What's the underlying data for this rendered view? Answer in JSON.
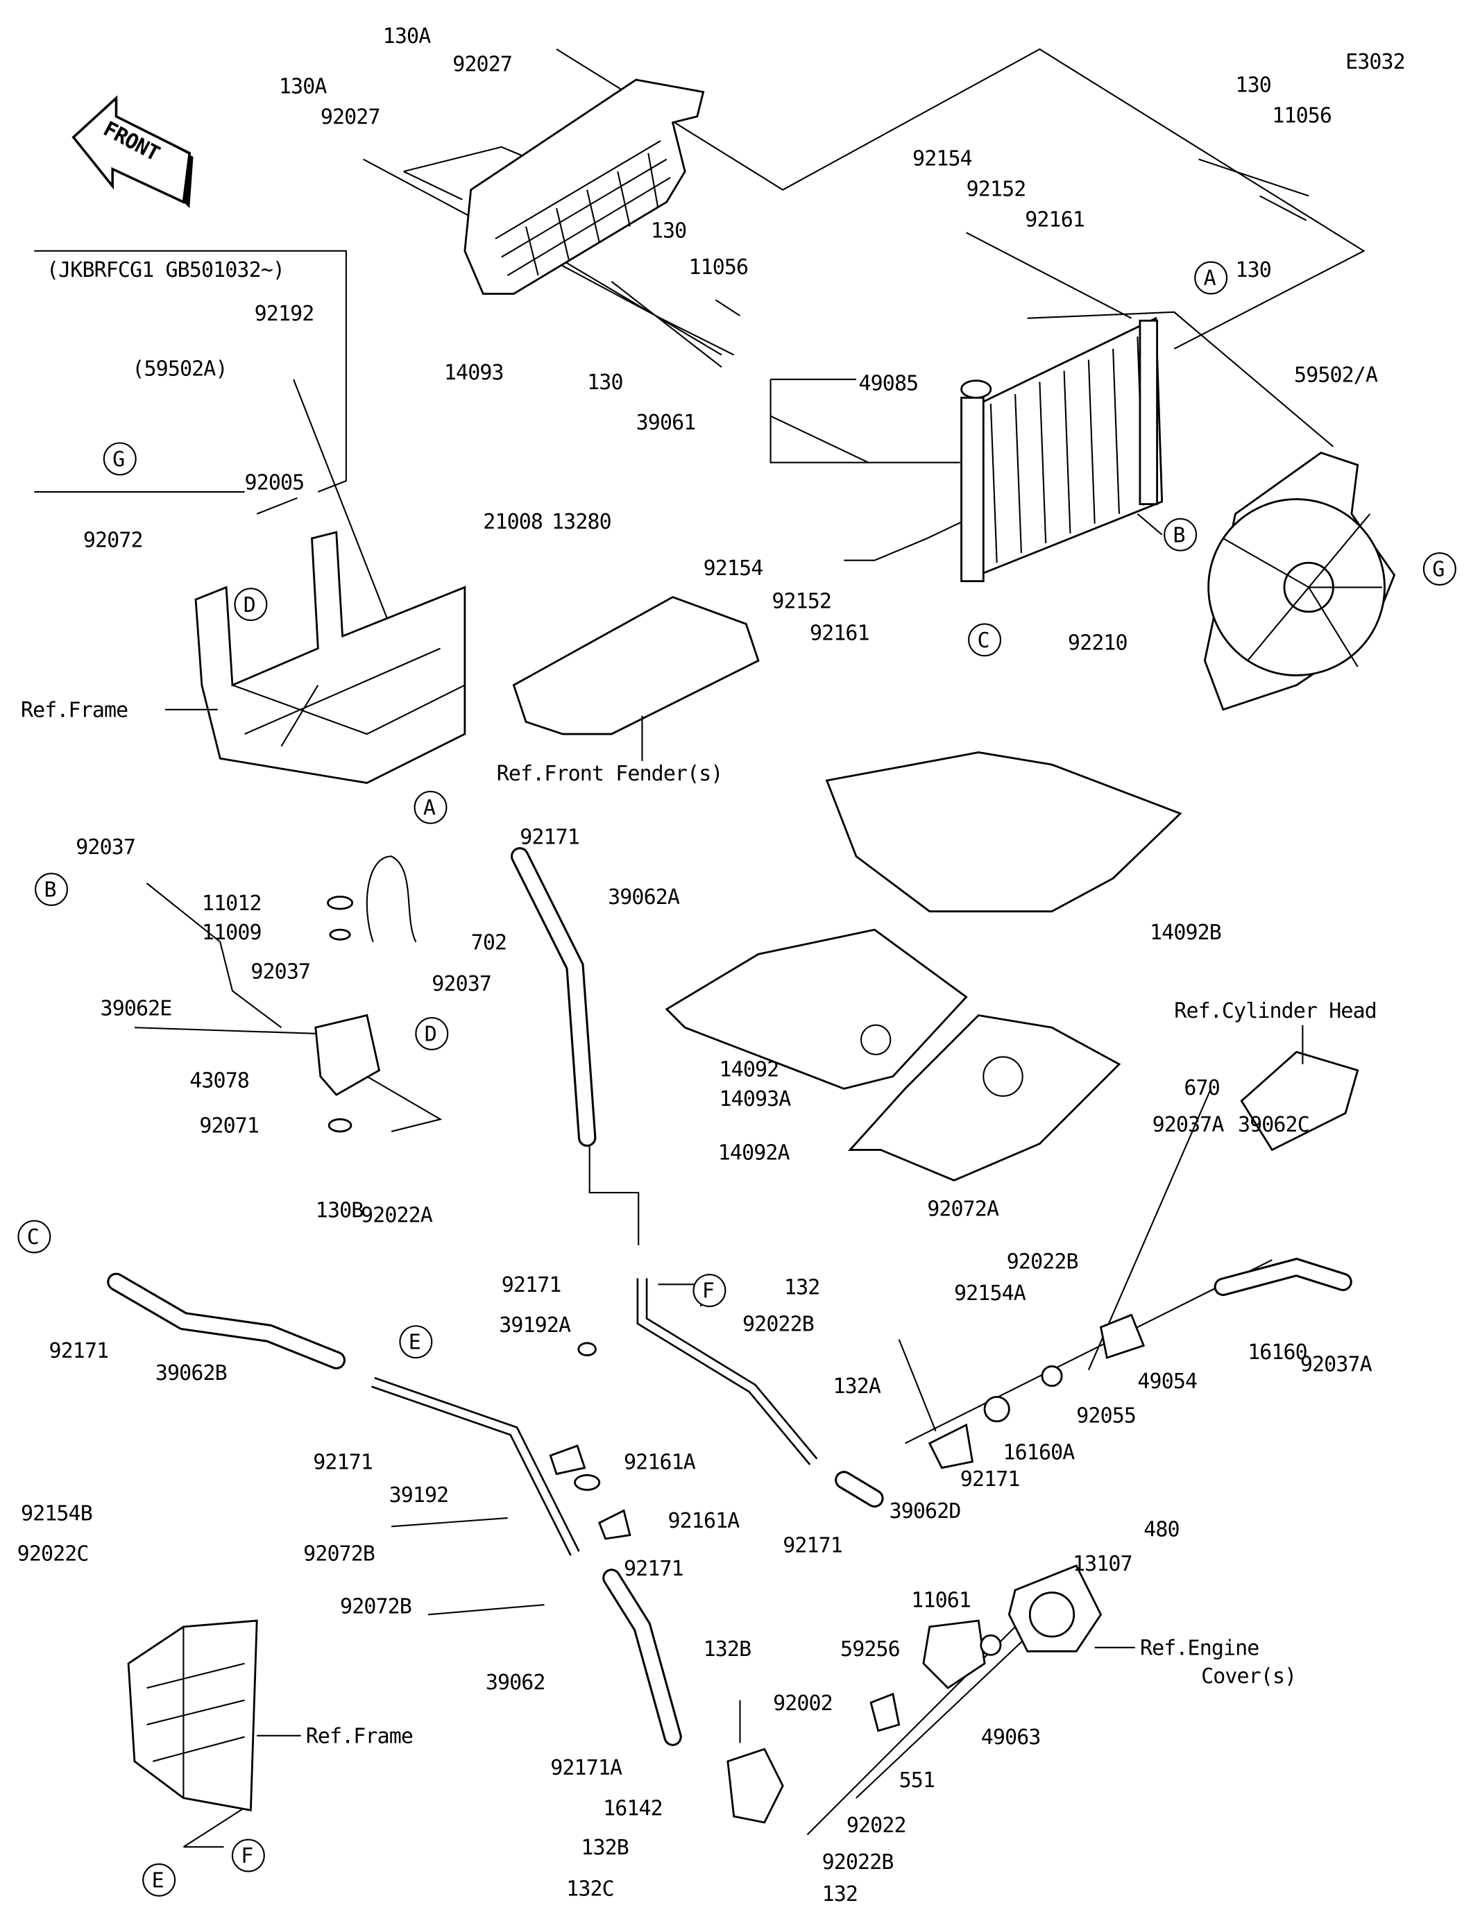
{
  "diagram_code": "E3032",
  "front_arrow": "FRONT",
  "variant_note": "(JKBRFCG1 GB501032~)",
  "part_labels": [
    "130A",
    "92027",
    "130A",
    "92027",
    "92192",
    "(59502A)",
    "92005",
    "92072",
    "14093",
    "130",
    "11056",
    "130",
    "49085",
    "39061",
    "92154",
    "92152",
    "92161",
    "130",
    "11056",
    "130",
    "59502/A",
    "21008",
    "13280",
    "92154",
    "92152",
    "92161",
    "92210",
    "92171",
    "39062A",
    "14092B",
    "92037",
    "39062E",
    "11012",
    "11009",
    "702",
    "92037",
    "92037",
    "43078",
    "92071",
    "130B",
    "92022A",
    "14092",
    "14093A",
    "14092A",
    "670",
    "39062C",
    "92037A",
    "92072A",
    "92171",
    "39062B",
    "92171",
    "39192A",
    "132",
    "92022B",
    "92022B",
    "92154A",
    "16160",
    "92037A",
    "49054",
    "92171",
    "39192",
    "92161A",
    "132A",
    "92055",
    "16160A",
    "92171",
    "39062D",
    "92171",
    "92161A",
    "92154B",
    "92022C",
    "92072B",
    "92171",
    "92072B",
    "480",
    "13107",
    "11061",
    "59256",
    "132B",
    "39062",
    "92002",
    "49063",
    "92171A",
    "551",
    "16142",
    "92022",
    "132B",
    "92022B",
    "132C",
    "132"
  ],
  "reference_labels": [
    "Ref.Frame",
    "Ref.Front Fender(s)",
    "Ref.Cylinder Head",
    "Ref.Engine",
    "Cover(s)",
    "Ref.Frame"
  ],
  "circle_markers": [
    "G",
    "D",
    "A",
    "B",
    "G",
    "C",
    "A",
    "B",
    "D",
    "C",
    "F",
    "E",
    "E",
    "F"
  ]
}
